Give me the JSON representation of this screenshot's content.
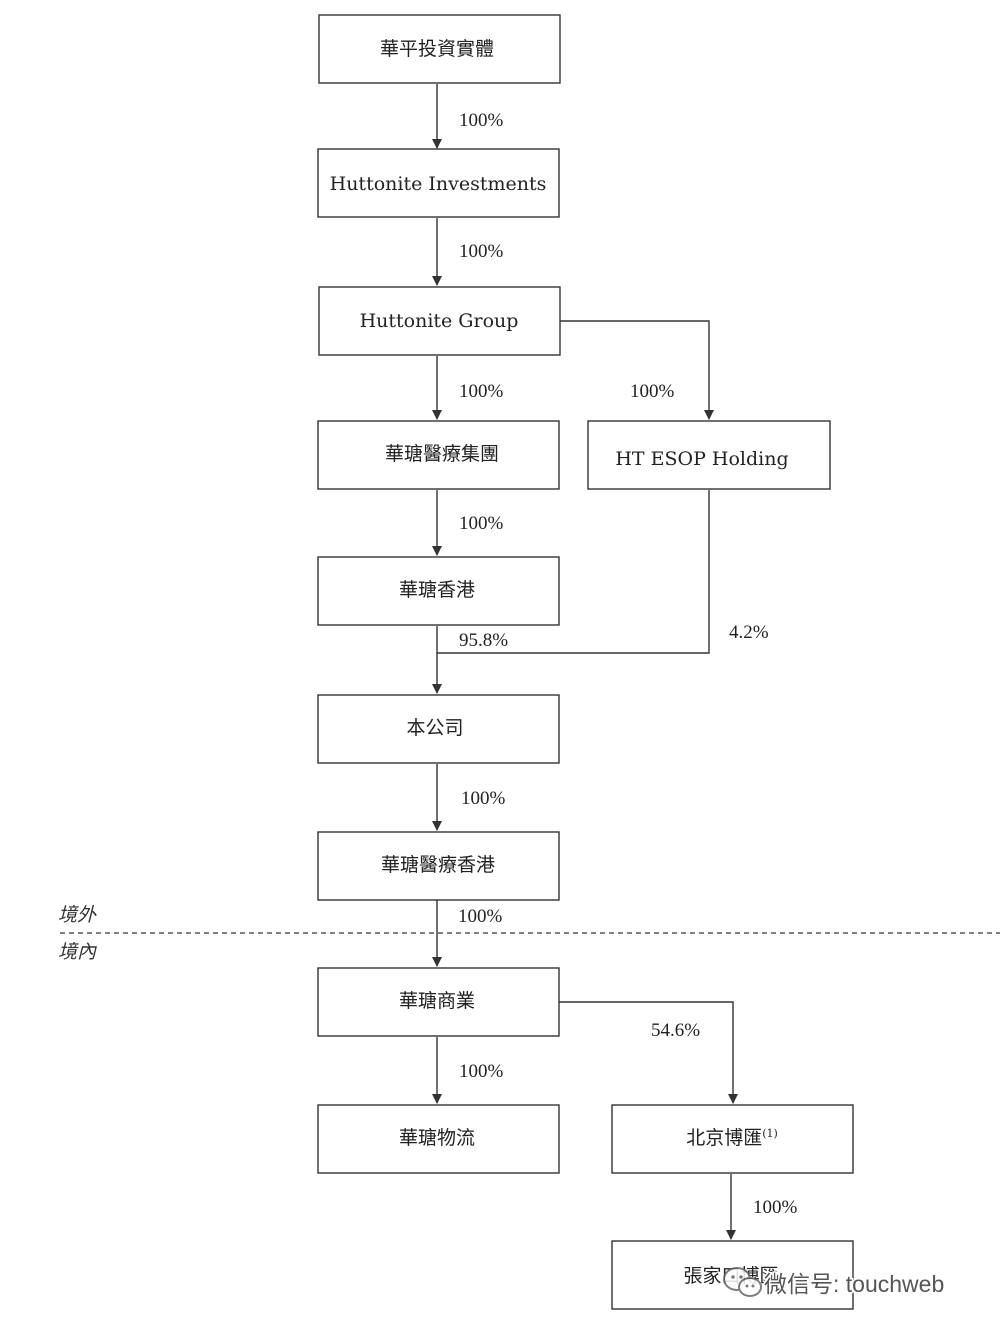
{
  "entities": {
    "huaping_investment": "華平投資實體",
    "huttonite_investments": "Huttonite Investments",
    "huttonite_group": "Huttonite Group",
    "huatang_medical_group": "華瑭醫療集團",
    "ht_esop_holding": "HT ESOP Holding",
    "huatang_hk": "華瑭香港",
    "company": "本公司",
    "huatang_medical_hk": "華瑭醫療香港",
    "huatang_commercial": "華瑭商業",
    "huatang_logistics": "華瑭物流",
    "beijing_bohui": "北京博匯",
    "beijing_bohui_note": "(1)",
    "zhangjiakou_bohui": "張家口博匯"
  },
  "ownership": {
    "huaping_to_investments": "100%",
    "investments_to_group": "100%",
    "group_to_medical_group": "100%",
    "group_to_esop": "100%",
    "medical_group_to_hk": "100%",
    "hk_to_company": "95.8%",
    "esop_to_company": "4.2%",
    "company_to_medical_hk": "100%",
    "medical_hk_to_commercial": "100%",
    "commercial_to_logistics": "100%",
    "commercial_to_beijing": "54.6%",
    "beijing_to_zhangjiakou": "100%"
  },
  "regions": {
    "offshore": "境外",
    "onshore": "境內"
  },
  "watermark": {
    "text": "微信号: touchweb",
    "icon": "wechat-icon"
  }
}
